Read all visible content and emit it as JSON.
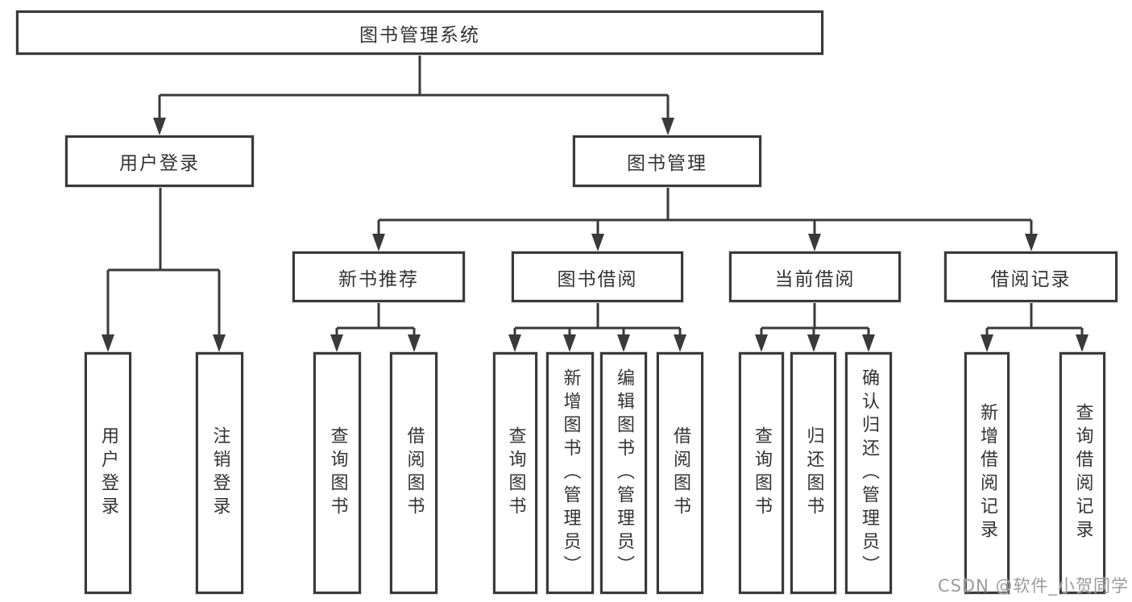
{
  "tree": {
    "root": {
      "label": "图书管理系统"
    },
    "branches": [
      {
        "label": "用户登录",
        "children": [
          {
            "label": "用户登录"
          },
          {
            "label": "注销登录"
          }
        ]
      },
      {
        "label": "图书管理",
        "children": [
          {
            "label": "新书推荐",
            "children": [
              {
                "label": "查询图书"
              },
              {
                "label": "借阅图书"
              }
            ]
          },
          {
            "label": "图书借阅",
            "children": [
              {
                "label": "查询图书"
              },
              {
                "label": "新增图书（管理员）"
              },
              {
                "label": "编辑图书（管理员）"
              },
              {
                "label": "借阅图书"
              }
            ]
          },
          {
            "label": "当前借阅",
            "children": [
              {
                "label": "查询图书"
              },
              {
                "label": "归还图书"
              },
              {
                "label": "确认归还（管理员）"
              }
            ]
          },
          {
            "label": "借阅记录",
            "children": [
              {
                "label": "新增借阅记录"
              },
              {
                "label": "查询借阅记录"
              }
            ]
          }
        ]
      }
    ]
  },
  "watermark": {
    "text": "CSDN @软件_小贺同学"
  },
  "colors": {
    "line": "#3a3a3a",
    "box_border": "#3a3a3a",
    "text": "#333333",
    "watermark": "#9b9b9b",
    "background": "#ffffff"
  }
}
